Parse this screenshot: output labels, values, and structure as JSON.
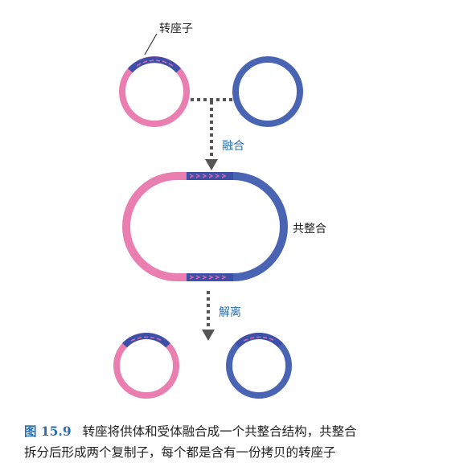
{
  "labels": {
    "transposon": "转座子",
    "fusion": "融合",
    "cointegrate": "共整合",
    "resolution": "解离"
  },
  "caption": {
    "figure_number": "图 15.9",
    "line1": "转座将供体和受体融合成一个共整合结构，共整合",
    "line2": "拆分后形成两个复制子，每个都是含有一份拷贝的转座子"
  },
  "colors": {
    "donor_pink": "#ea7eb0",
    "recipient_blue": "#4a64b4",
    "transposon_segment": "#3d4fa8",
    "arrow": "#555555",
    "action_label": "#2a6fb0",
    "text": "#222222"
  }
}
